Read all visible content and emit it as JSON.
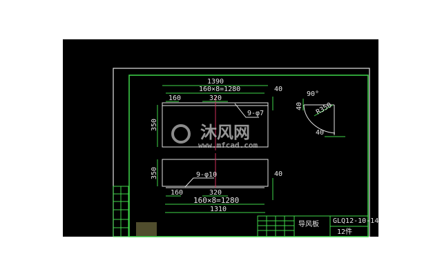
{
  "colors": {
    "background": "#000000",
    "frame": "#3fd84a",
    "outline": "#e6e6e6",
    "centerline": "#d0305a"
  },
  "top_view": {
    "overall": "1390",
    "pitch_total": "160×8=1280",
    "pitch": "160",
    "center_span": "320",
    "height": "350",
    "offset": "40",
    "holes": "9-φ7"
  },
  "bottom_view": {
    "overall": "1310",
    "pitch_total": "160×8=1280",
    "pitch": "160",
    "center_span": "320",
    "height": "350",
    "offset": "40",
    "holes": "9-φ10"
  },
  "arc_view": {
    "angle": "90°",
    "radius": "R350",
    "top_leg": "40",
    "bottom_leg": "40"
  },
  "title_block": {
    "name": "导风板",
    "drawing_no": "GLQ12-10-14",
    "quantity": "12件"
  },
  "watermark": {
    "brand": "沐风网",
    "url": "www.mfcad.com"
  }
}
